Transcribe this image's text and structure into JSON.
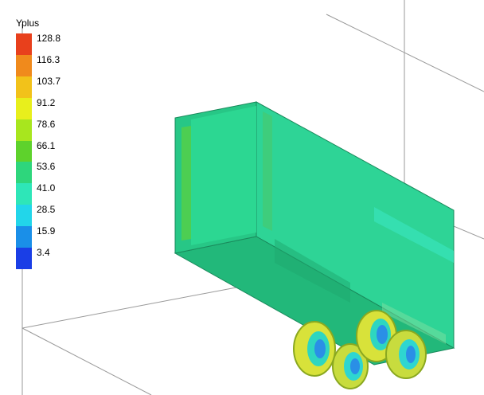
{
  "legend": {
    "title": "Yplus",
    "values": [
      "128.8",
      "116.3",
      "103.7",
      "91.2",
      "78.6",
      "66.1",
      "53.6",
      "41.0",
      "28.5",
      "15.9",
      "3.4"
    ],
    "colors": [
      "#e8401c",
      "#f08a1c",
      "#f2c21a",
      "#e8ef1c",
      "#a8e61e",
      "#5ed22c",
      "#2ed67c",
      "#2ee6b8",
      "#22d6ea",
      "#1a8fe8",
      "#1a3ee6"
    ]
  }
}
